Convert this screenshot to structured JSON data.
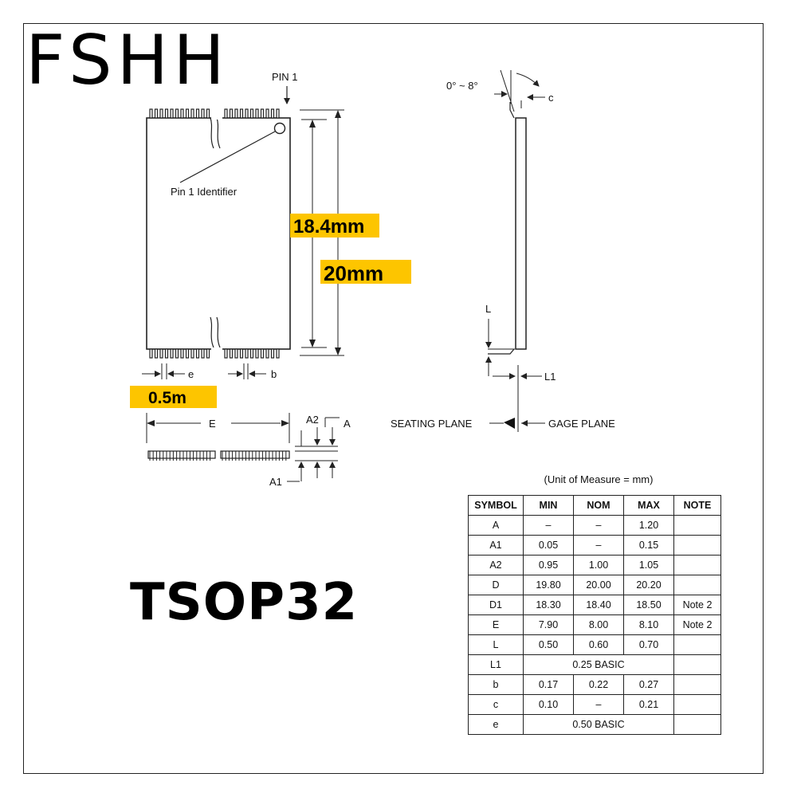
{
  "brand": "FSHH",
  "package_name": "TSOP32",
  "labels": {
    "pin1": "PIN 1",
    "pin1_identifier": "Pin 1 Identifier",
    "angle": "0° ~ 8°",
    "c": "c",
    "L": "L",
    "L1": "L1",
    "seating_plane": "SEATING PLANE",
    "gage_plane": "GAGE PLANE",
    "e": "e",
    "b": "b",
    "E": "E",
    "A": "A",
    "A1": "A1",
    "A2": "A2"
  },
  "highlights": {
    "d1": "18.4mm",
    "d": "20mm",
    "e": "0.5m"
  },
  "colors": {
    "highlight": "#FDC500",
    "line": "#222222"
  },
  "table": {
    "unit": "(Unit of Measure = mm)",
    "headers": [
      "SYMBOL",
      "MIN",
      "NOM",
      "MAX",
      "NOTE"
    ],
    "rows": [
      {
        "symbol": "A",
        "min": "–",
        "nom": "–",
        "max": "1.20",
        "note": ""
      },
      {
        "symbol": "A1",
        "min": "0.05",
        "nom": "–",
        "max": "0.15",
        "note": ""
      },
      {
        "symbol": "A2",
        "min": "0.95",
        "nom": "1.00",
        "max": "1.05",
        "note": ""
      },
      {
        "symbol": "D",
        "min": "19.80",
        "nom": "20.00",
        "max": "20.20",
        "note": ""
      },
      {
        "symbol": "D1",
        "min": "18.30",
        "nom": "18.40",
        "max": "18.50",
        "note": "Note 2"
      },
      {
        "symbol": "E",
        "min": "7.90",
        "nom": "8.00",
        "max": "8.10",
        "note": "Note 2"
      },
      {
        "symbol": "L",
        "min": "0.50",
        "nom": "0.60",
        "max": "0.70",
        "note": ""
      },
      {
        "symbol": "L1",
        "span": "0.25 BASIC",
        "note": ""
      },
      {
        "symbol": "b",
        "min": "0.17",
        "nom": "0.22",
        "max": "0.27",
        "note": ""
      },
      {
        "symbol": "c",
        "min": "0.10",
        "nom": "–",
        "max": "0.21",
        "note": ""
      },
      {
        "symbol": "e",
        "span": "0.50 BASIC",
        "note": ""
      }
    ]
  }
}
